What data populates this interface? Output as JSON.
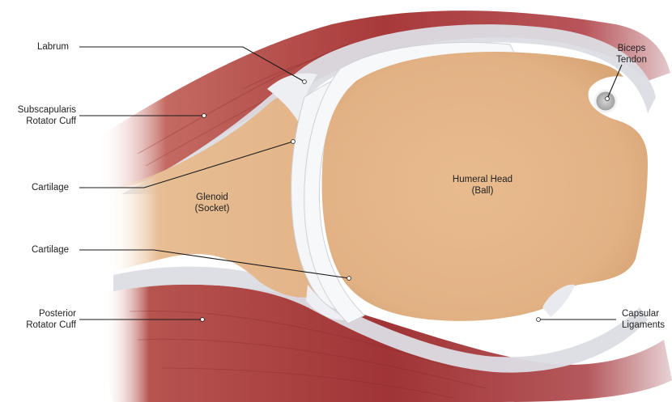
{
  "labels": {
    "labrum": "Labrum",
    "subscapularis": "Subscapularis\nRotator Cuff",
    "cartilage_top": "Cartilage",
    "cartilage_bottom": "Cartilage",
    "posterior": "Posterior\nRotator Cuff",
    "biceps": "Biceps\nTendon",
    "capsular": "Capsular\nLigaments",
    "glenoid": "Glenoid\n(Socket)",
    "humeral": "Humeral Head\n(Ball)"
  },
  "colors": {
    "muscle": "#a8393a",
    "muscle_dark": "#7e2426",
    "bone": "#e5b88c",
    "bone_light": "#efcba4",
    "cartilage": "#f3f4f7",
    "capsule": "#dcdde4",
    "leader": "#1a1a1a"
  }
}
